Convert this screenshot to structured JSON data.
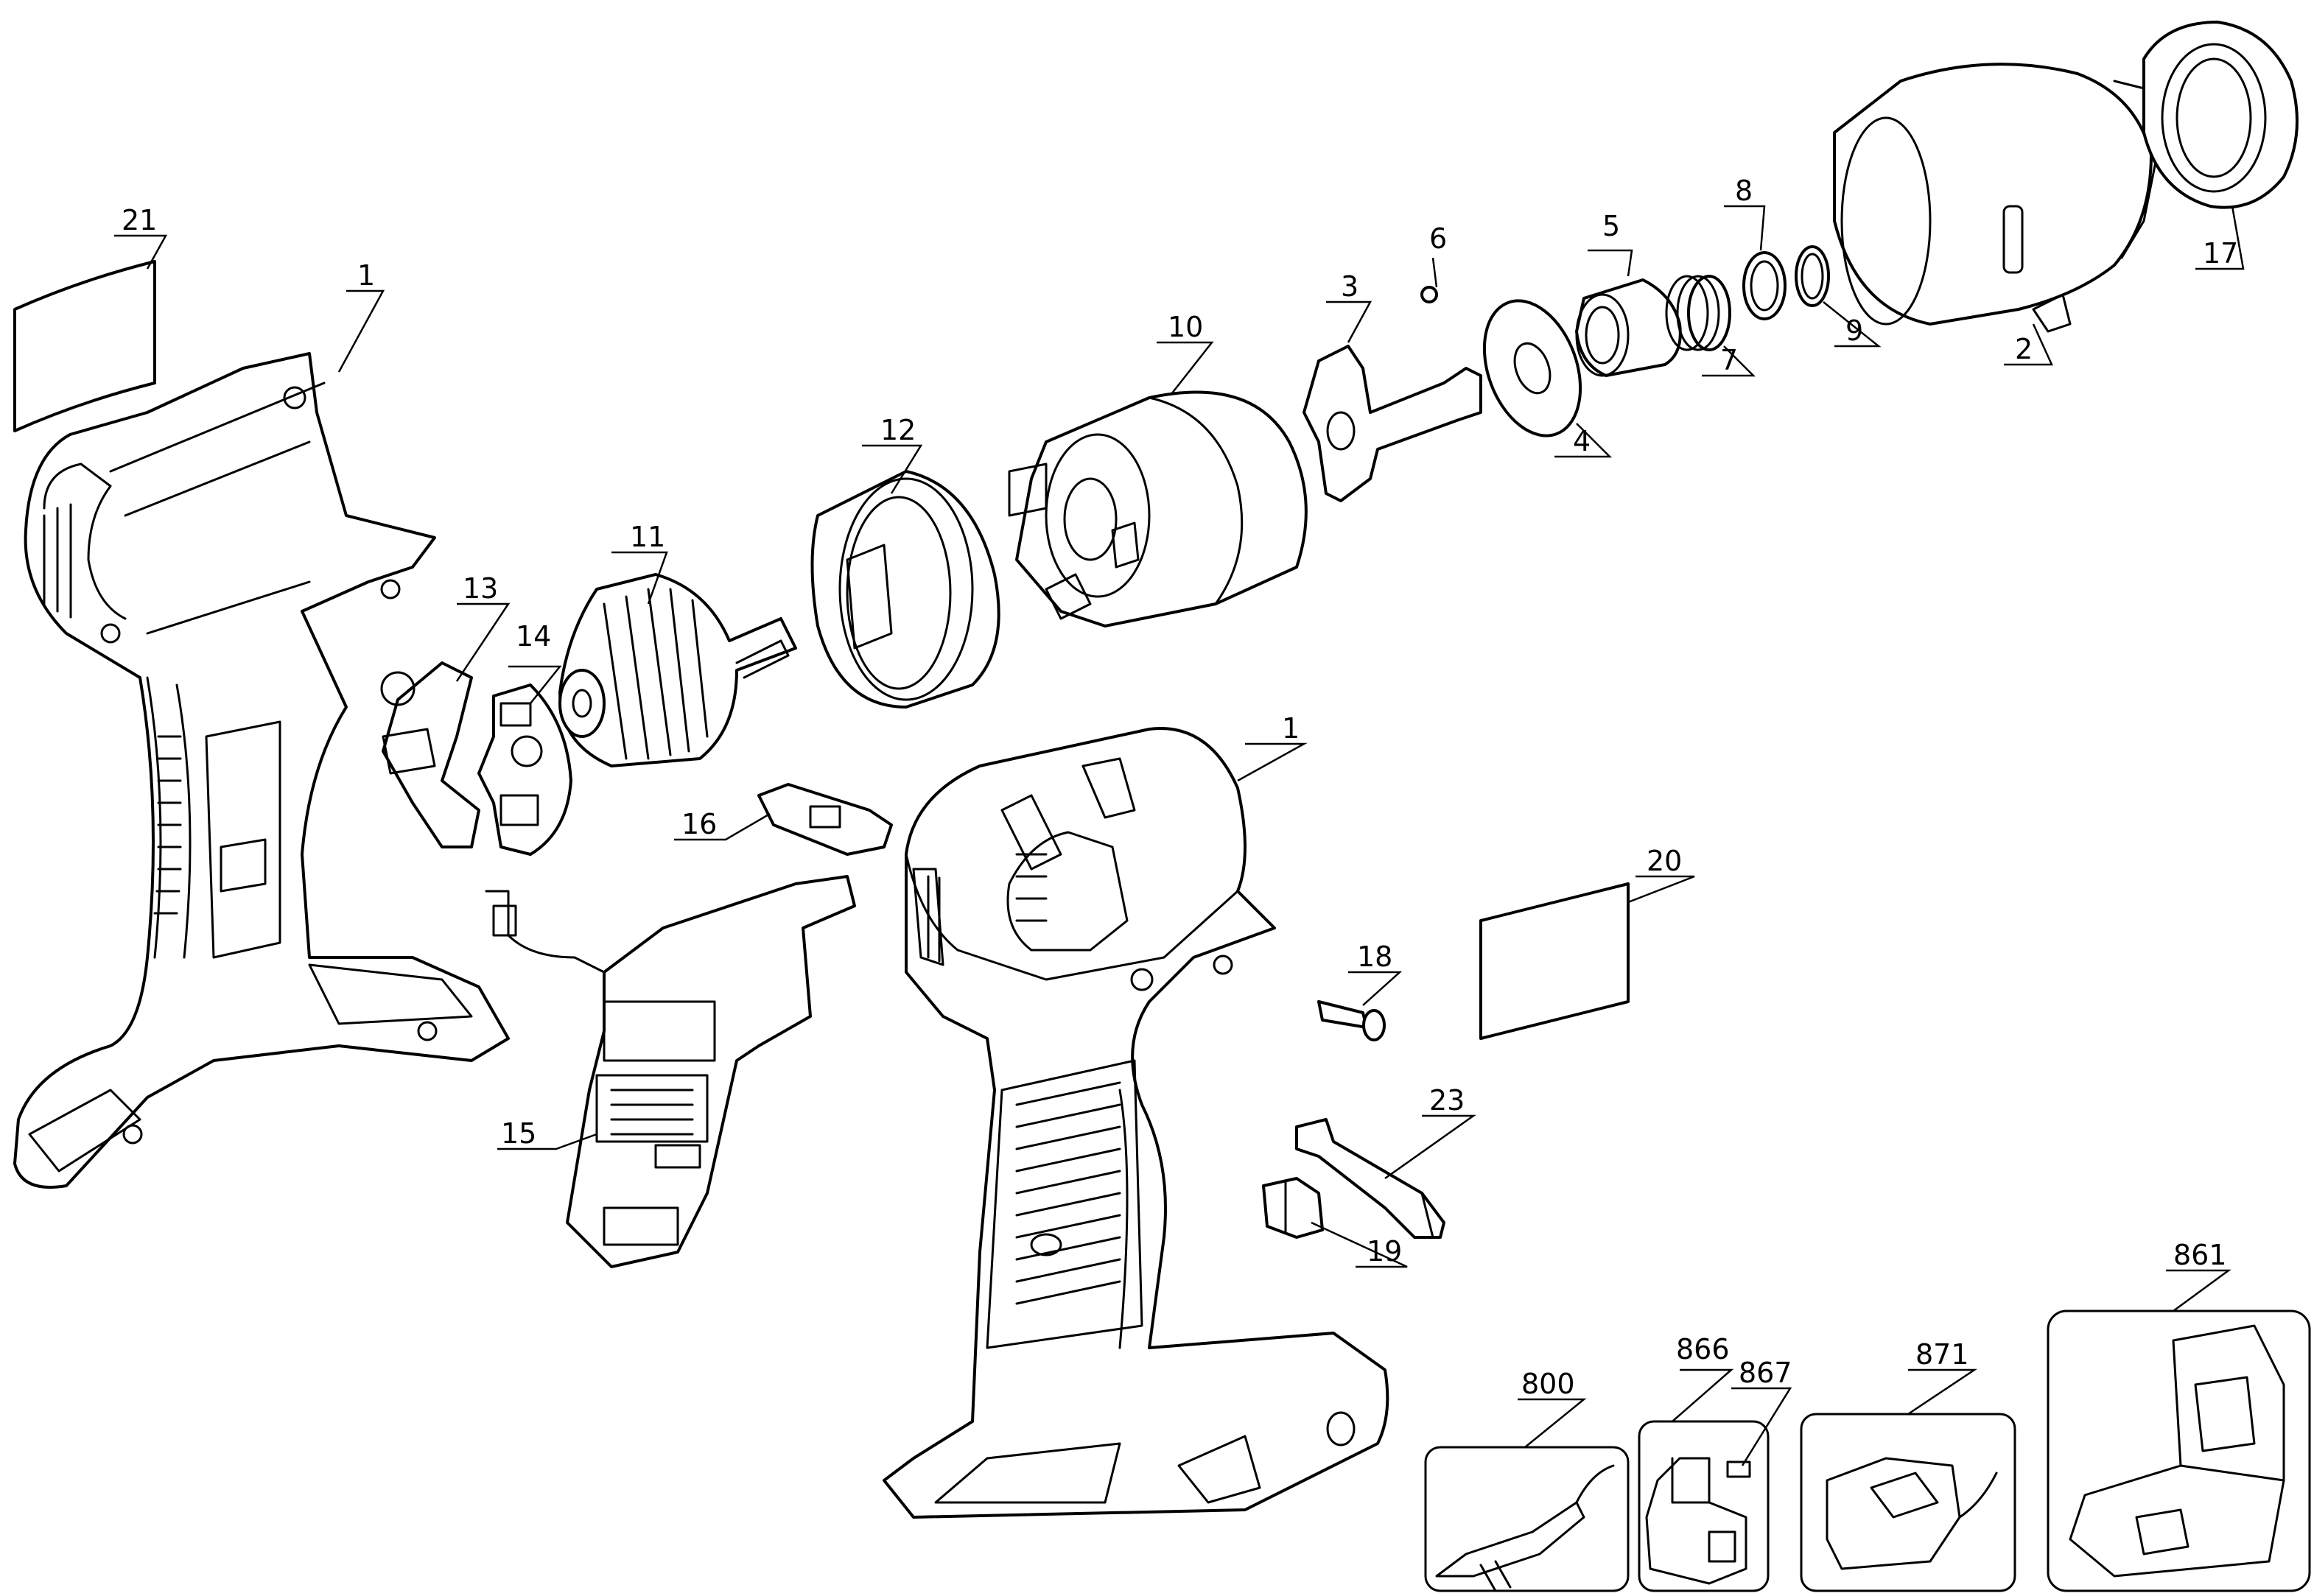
{
  "callouts": [
    {
      "id": "c21",
      "label": "21"
    },
    {
      "id": "c1a",
      "label": "1"
    },
    {
      "id": "c13",
      "label": "13"
    },
    {
      "id": "c14",
      "label": "14"
    },
    {
      "id": "c11",
      "label": "11"
    },
    {
      "id": "c12",
      "label": "12"
    },
    {
      "id": "c10",
      "label": "10"
    },
    {
      "id": "c3",
      "label": "3"
    },
    {
      "id": "c6",
      "label": "6"
    },
    {
      "id": "c4",
      "label": "4"
    },
    {
      "id": "c5",
      "label": "5"
    },
    {
      "id": "c7",
      "label": "7"
    },
    {
      "id": "c8",
      "label": "8"
    },
    {
      "id": "c9",
      "label": "9"
    },
    {
      "id": "c2",
      "label": "2"
    },
    {
      "id": "c17",
      "label": "17"
    },
    {
      "id": "c16",
      "label": "16"
    },
    {
      "id": "c1b",
      "label": "1"
    },
    {
      "id": "c20",
      "label": "20"
    },
    {
      "id": "c18",
      "label": "18"
    },
    {
      "id": "c15",
      "label": "15"
    },
    {
      "id": "c23",
      "label": "23"
    },
    {
      "id": "c19",
      "label": "19"
    },
    {
      "id": "c800",
      "label": "800"
    },
    {
      "id": "c866",
      "label": "866"
    },
    {
      "id": "c867",
      "label": "867"
    },
    {
      "id": "c871",
      "label": "871"
    },
    {
      "id": "c861",
      "label": "861"
    }
  ]
}
